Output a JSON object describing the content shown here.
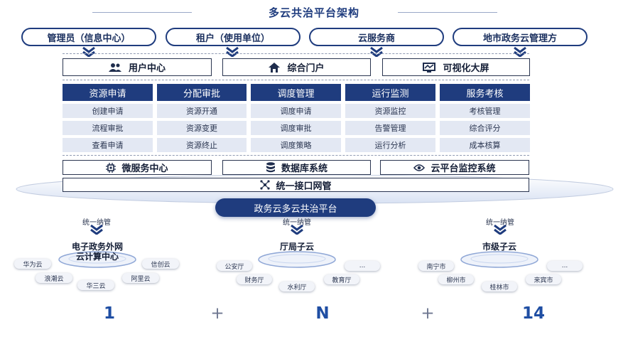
{
  "title": "多云共治平台架构",
  "roles": [
    "管理员（信息中心）",
    "租户（使用单位）",
    "云服务商",
    "地市政务云管理方"
  ],
  "portals": [
    {
      "label": "用户中心",
      "icon": "users-icon"
    },
    {
      "label": "综合门户",
      "icon": "home-icon"
    },
    {
      "label": "可视化大屏",
      "icon": "dashboard-icon"
    }
  ],
  "categories": [
    {
      "title": "资源申请",
      "items": [
        "创建申请",
        "流程审批",
        "查看申请"
      ]
    },
    {
      "title": "分配审批",
      "items": [
        "资源开通",
        "资源变更",
        "资源终止"
      ]
    },
    {
      "title": "调度管理",
      "items": [
        "调度申请",
        "调度审批",
        "调度策略"
      ]
    },
    {
      "title": "运行监测",
      "items": [
        "资源监控",
        "告警管理",
        "运行分析"
      ]
    },
    {
      "title": "服务考核",
      "items": [
        "考核管理",
        "综合评分",
        "成本核算"
      ]
    }
  ],
  "infra": [
    {
      "label": "微服务中心",
      "icon": "chip-icon"
    },
    {
      "label": "数据库系统",
      "icon": "database-icon"
    },
    {
      "label": "云平台监控系统",
      "icon": "eye-icon"
    }
  ],
  "gateway": {
    "label": "统一接口网管",
    "icon": "network-icon"
  },
  "platform": "政务云多云共治平台",
  "clouds": [
    {
      "manage_label": "统一纳管",
      "title_line1": "电子政务外网",
      "title_line2": "云计算中心",
      "members": [
        "华为云",
        "信创云",
        "浪潮云",
        "阿里云",
        "华三云"
      ],
      "count": "1"
    },
    {
      "manage_label": "统一纳管",
      "title_line1": "厅局子云",
      "title_line2": "",
      "members": [
        "公安厅",
        "...",
        "财务厅",
        "教育厅",
        "水利厅"
      ],
      "count": "N"
    },
    {
      "manage_label": "统一纳管",
      "title_line1": "市级子云",
      "title_line2": "",
      "members": [
        "南宁市",
        "...",
        "柳州市",
        "来宾市",
        "桂林市"
      ],
      "count": "14"
    }
  ],
  "plus_signs": [
    "+",
    "+"
  ],
  "colors": {
    "navy": "#1f3c7e",
    "light": "#e3e8f3",
    "accent": "#1f4ea3"
  }
}
